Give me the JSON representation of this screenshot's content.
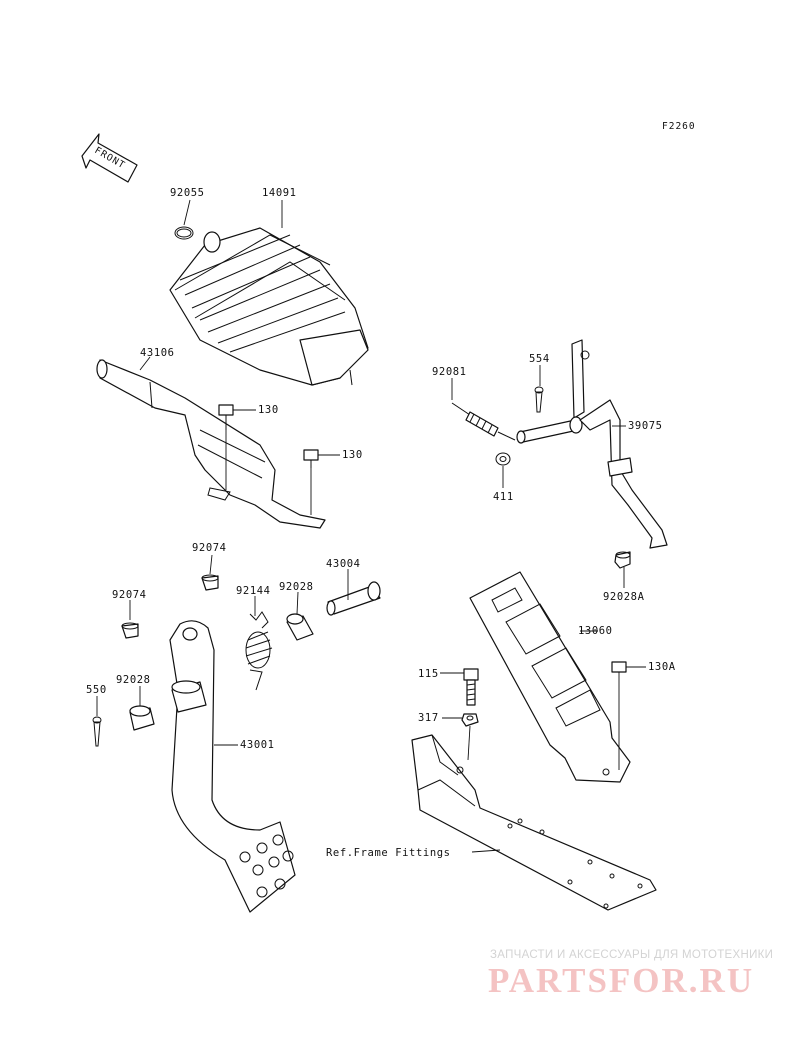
{
  "figure_code": "F2260",
  "front_arrow_text": "FRONT",
  "labels": {
    "p92055": "92055",
    "p14091": "14091",
    "p43106": "43106",
    "p130a": "130",
    "p130b": "130",
    "p92081": "92081",
    "p554": "554",
    "p39075": "39075",
    "p411": "411",
    "p92028A": "92028A",
    "p92074a": "92074",
    "p92074b": "92074",
    "p43004": "43004",
    "p92144": "92144",
    "p92028a": "92028",
    "p92028b": "92028",
    "p550": "550",
    "p43001": "43001",
    "p13060": "13060",
    "p115": "115",
    "p130A": "130A",
    "p317": "317",
    "ref_frame": "Ref.Frame Fittings"
  },
  "watermark": {
    "tagline": "ЗАПЧАСТИ И АКСЕССУАРЫ ДЛЯ МОТОТЕХНИКИ",
    "brand": "PARTSFOR.RU"
  }
}
